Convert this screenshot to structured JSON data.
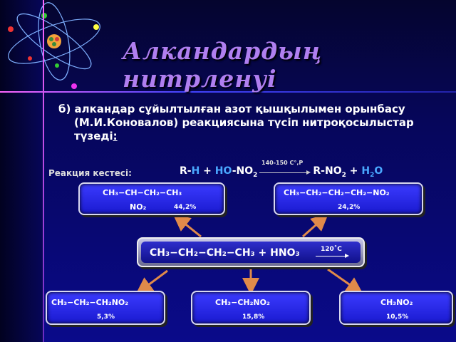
{
  "title": "Алкандардың нитрленуі",
  "intro": {
    "text": "б) алкандар сұйылтылған азот қышқылымен орынбасу (М.И.Коновалов) реакциясына түсіп нитроқосылыстар түзеді",
    "colon": ":"
  },
  "reaction": {
    "label": "Реакция  кестесі:",
    "r1": "R-",
    "h": "H",
    "plus1": " + ",
    "ho": "HO",
    "no2": "-NO",
    "sub2": "2",
    "condition": "140-150 C°,P",
    "product": "R-NO",
    "product_sub": "2",
    "plus2": " + ",
    "water_h": "H",
    "water_sub": "2",
    "water_o": "O"
  },
  "central": {
    "formula": "CH₃−CH₂−CH₂−CH₃ + HNO₃",
    "temp": "120˚C"
  },
  "products": [
    {
      "formula_top": "CH₃−CH−CH₂−CH₃",
      "formula_bottom": "NO₂",
      "percent": "44,2%"
    },
    {
      "formula_top": "CH₃−CH₂−CH₂−CH₂−NO₂",
      "percent": "24,2%"
    },
    {
      "formula_top": "CH₃−CH₂−CH₂NO₂",
      "percent": "5,3%"
    },
    {
      "formula_top": "CH₃−CH₂NO₂",
      "percent": "15,8%"
    },
    {
      "formula_top": "CH₃NO₂",
      "percent": "10,5%"
    }
  ],
  "colors": {
    "title": "#b07ff0",
    "box": "#2a2aee",
    "arrow": "#e08a4a",
    "highlight": "#4aa8ff"
  }
}
